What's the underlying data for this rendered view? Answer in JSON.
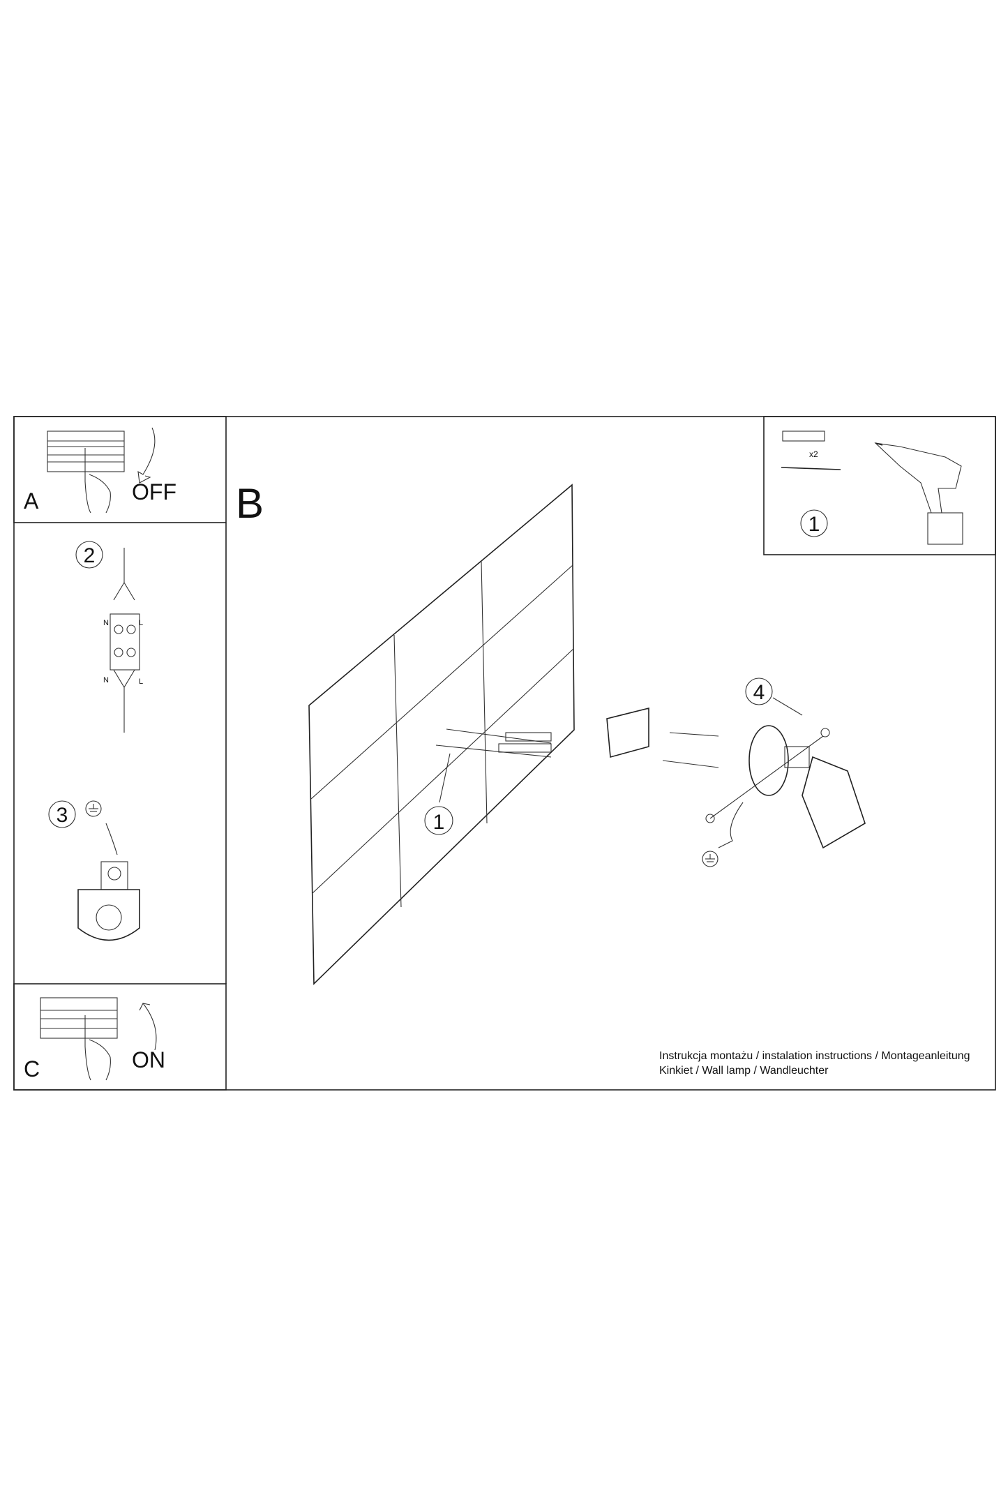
{
  "panels": {
    "a": {
      "label": "A",
      "action": "OFF"
    },
    "b": {
      "label": "B"
    },
    "c": {
      "label": "C",
      "action": "ON"
    }
  },
  "steps": {
    "step1_tools": "1",
    "quantity": "x2",
    "step2": "2",
    "step3": "3",
    "step1_wall": "1",
    "step4": "4"
  },
  "wiring": {
    "n_top": "N",
    "l_top": "L",
    "n_bottom": "N",
    "l_bottom": "L"
  },
  "caption": {
    "line1": "Instrukcja montażu / instalation instructions / Montageanleitung",
    "line2": "Kinkiet / Wall lamp / Wandleuchter"
  }
}
